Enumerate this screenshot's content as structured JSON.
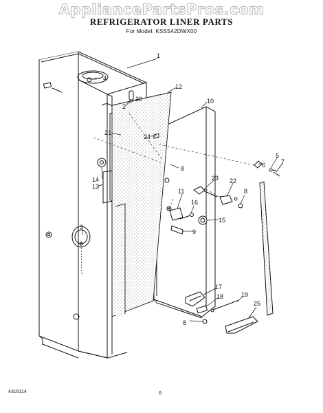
{
  "watermark": "AppliancePartsPros.com",
  "title": "REFRIGERATOR LINER PARTS",
  "subtitle": "For Model: KSSS42DWX00",
  "callouts": [
    "1",
    "2",
    "3",
    "4",
    "5",
    "6",
    "7",
    "8",
    "8",
    "8",
    "9",
    "10",
    "11",
    "12",
    "13",
    "14",
    "15",
    "16",
    "17",
    "18",
    "19",
    "20",
    "21",
    "22",
    "23",
    "24",
    "25"
  ],
  "footer": {
    "left": "4316114",
    "center": "6"
  },
  "colors": {
    "line": "#111111",
    "stipple": "#7a7a7a",
    "watermark_outline": "#b5b5b5"
  }
}
